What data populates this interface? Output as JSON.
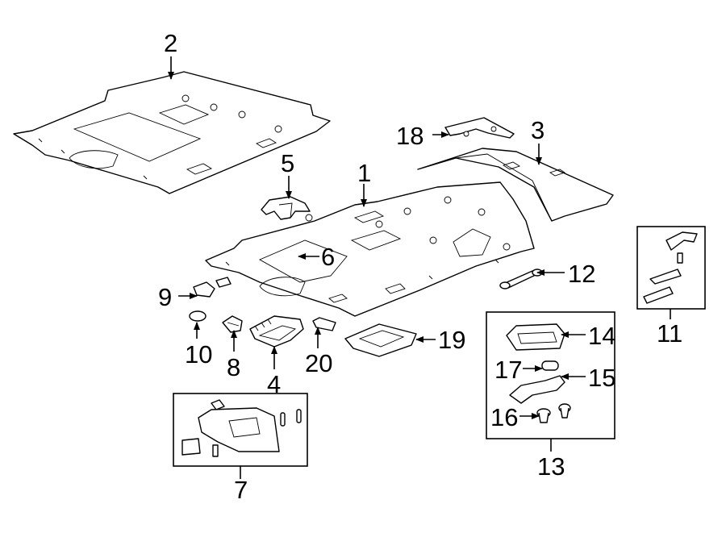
{
  "callouts": {
    "c1": "1",
    "c2": "2",
    "c3": "3",
    "c4": "4",
    "c5": "5",
    "c6": "6",
    "c7": "7",
    "c8": "8",
    "c9": "9",
    "c10": "10",
    "c11": "11",
    "c12": "12",
    "c13": "13",
    "c14": "14",
    "c15": "15",
    "c16": "16",
    "c17": "17",
    "c18": "18",
    "c19": "19",
    "c20": "20"
  },
  "colors": {
    "line": "#000000",
    "background": "#ffffff",
    "fill_light": "#e6e6e6"
  }
}
